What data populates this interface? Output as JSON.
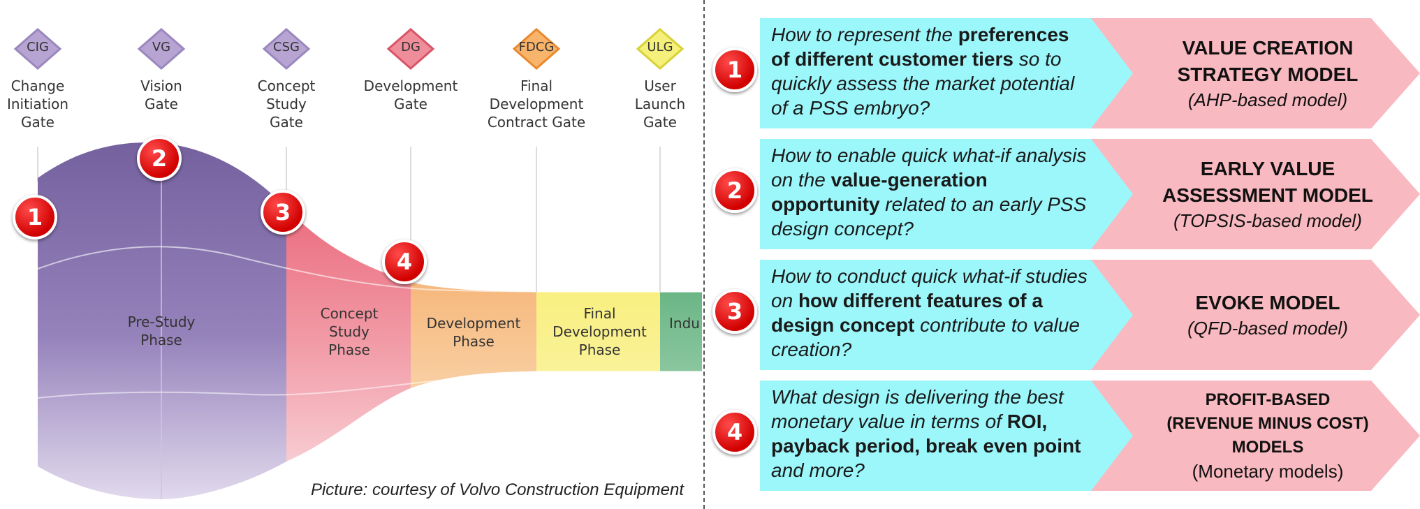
{
  "gates": [
    {
      "abbr": "CIG",
      "name": "Change\nInitiation\nGate",
      "color": "#b7a4d2"
    },
    {
      "abbr": "VG",
      "name": "Vision\nGate",
      "color": "#b7a4d2"
    },
    {
      "abbr": "CSG",
      "name": "Concept\nStudy\nGate",
      "color": "#b7a4d2"
    },
    {
      "abbr": "DG",
      "name": "Development\nGate",
      "color": "#f08d9a"
    },
    {
      "abbr": "FDCG",
      "name": "Final\nDevelopment\nContract Gate",
      "color": "#f7b46a"
    },
    {
      "abbr": "ULG",
      "name": "User\nLaunch\nGate",
      "color": "#f5f07a"
    }
  ],
  "phases": [
    {
      "label": "Pre-Study\nPhase"
    },
    {
      "label": "Concept\nStudy\nPhase"
    },
    {
      "label": "Development\nPhase"
    },
    {
      "label": "Final\nDevelopment\nPhase"
    },
    {
      "label": "Indu"
    }
  ],
  "diagram_badges": [
    "1",
    "2",
    "3",
    "4"
  ],
  "caption": "Picture: courtesy of Volvo Construction Equipment",
  "rows": [
    {
      "number": "1",
      "question": [
        {
          "t": "How to represent the ",
          "b": false
        },
        {
          "t": "preferences of different customer tiers",
          "b": true
        },
        {
          "t": " so to quickly assess the market potential  of a PSS embryo?",
          "b": false
        }
      ],
      "model_title": "VALUE CREATION\nSTRATEGY MODEL",
      "model_sub": "(AHP-based model)"
    },
    {
      "number": "2",
      "question": [
        {
          "t": "How to enable quick what-if analysis on the ",
          "b": false
        },
        {
          "t": "value-generation opportunity",
          "b": true
        },
        {
          "t": " related to an early PSS design concept?",
          "b": false
        }
      ],
      "model_title": "EARLY VALUE\nASSESSMENT MODEL",
      "model_sub": "(TOPSIS-based model)"
    },
    {
      "number": "3",
      "question": [
        {
          "t": "How to conduct quick what-if studies on ",
          "b": false
        },
        {
          "t": "how different features of a design concept",
          "b": true
        },
        {
          "t": " contribute to value creation?",
          "b": false
        }
      ],
      "model_title": "EVOKE MODEL",
      "model_sub": "(QFD-based model)"
    },
    {
      "number": "4",
      "question": [
        {
          "t": "What design is delivering the best monetary value in terms of ",
          "b": false
        },
        {
          "t": "ROI, payback period, break even point",
          "b": true
        },
        {
          "t": " and more?",
          "b": false
        }
      ],
      "model_title": "PROFIT-BASED\n(REVENUE MINUS COST)\nMODELS",
      "model_sub": "(Monetary models)"
    }
  ],
  "colors": {
    "question_bg": "#9cf7fb",
    "model_bg": "#f9b9c0",
    "badge": "#e00000",
    "prestudy": "#7c68a3",
    "concept": "#e85a6c",
    "development": "#f29a4a",
    "final": "#f7ee5e",
    "industrial": "#2f9a57"
  }
}
